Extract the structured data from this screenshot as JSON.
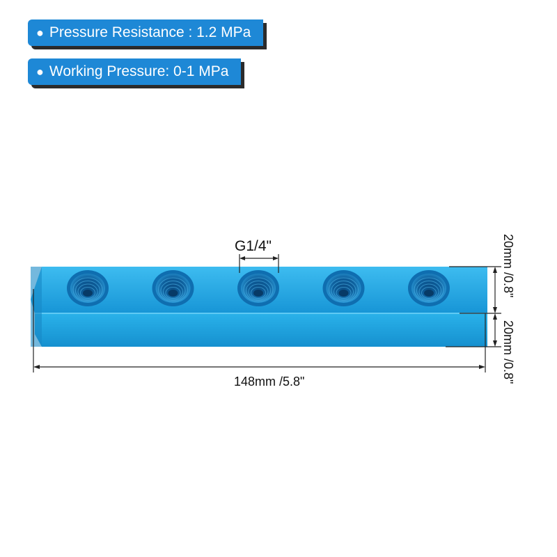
{
  "specs": [
    {
      "bullet": "●",
      "text": "Pressure Resistance : 1.2 MPa"
    },
    {
      "bullet": "●",
      "text": "Working Pressure: 0-1 MPa"
    }
  ],
  "dimensions": {
    "thread": "G1/4\"",
    "length": "148mm /5.8\"",
    "height": "20mm /0.8\"",
    "width": "20mm /0.8\""
  },
  "product": {
    "name": "",
    "port_count": 5,
    "color": "#1aa5e0"
  },
  "colors": {
    "badge": "#1e88d6",
    "badge_shadow": "#2b2b2b",
    "body": "#1aa5e0",
    "dimension_line": "#222222"
  }
}
